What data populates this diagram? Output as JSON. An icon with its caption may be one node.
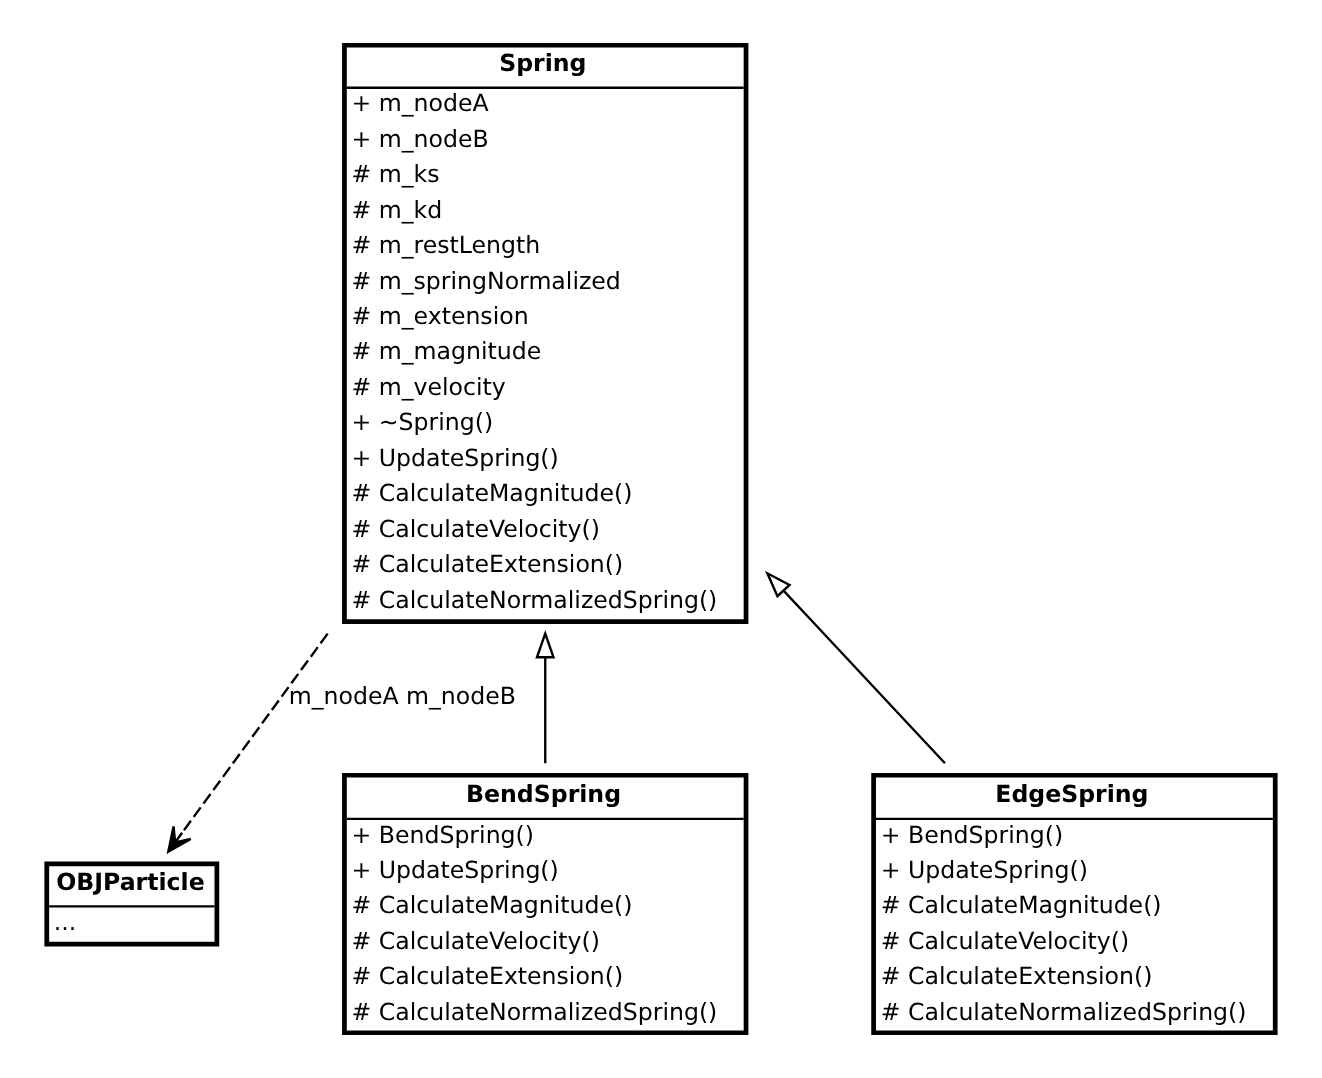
{
  "diagram": {
    "nodes": [
      {
        "text": [
          "Spring",
          "+ m_nodeA",
          "+ m_nodeB",
          "# m_ks",
          "# m_kd",
          "# m_restLength",
          "# m_springNormalized",
          "# m_extension",
          "# m_magnitude",
          "# m_velocity",
          "+ ~Spring()",
          "+ UpdateSpring()",
          "# CalculateMagnitude()",
          "# CalculateVelocity()",
          "# CalculateExtension()",
          "# CalculateNormalizedSpring()"
        ]
      },
      {
        "text": [
          "OBJParticle",
          "..."
        ]
      },
      {
        "text": [
          "BendSpring",
          "+ BendSpring()",
          "+ UpdateSpring()",
          "# CalculateMagnitude()",
          "# CalculateVelocity()",
          "# CalculateExtension()",
          "# CalculateNormalizedSpring()"
        ]
      },
      {
        "text": [
          "EdgeSpring",
          "+ BendSpring()",
          "+ UpdateSpring()",
          "# CalculateMagnitude()",
          "# CalculateVelocity()",
          "# CalculateExtension()",
          "# CalculateNormalizedSpring()"
        ]
      }
    ],
    "edges": [
      {
        "from": 0,
        "to": 1,
        "arrow": "to",
        "label": "m_nodeA m_nodeB",
        "style": "dashed"
      },
      {
        "from": 2,
        "to": 0,
        "arrow": "to"
      },
      {
        "from": 3,
        "to": 0,
        "arrow": "to"
      }
    ]
  }
}
